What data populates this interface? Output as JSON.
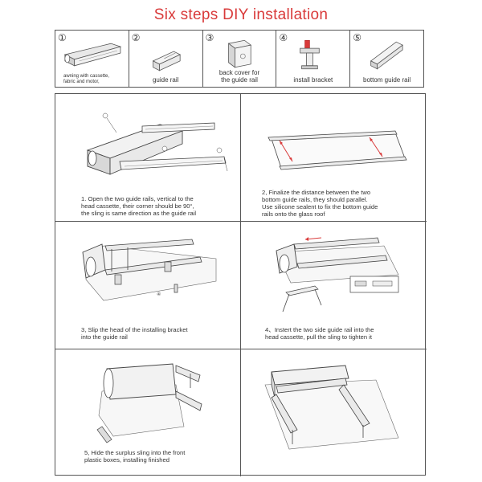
{
  "title": "Six steps DIY installation",
  "parts": [
    {
      "num": "①",
      "caption": "awning with cassette,\nfabric and motor,"
    },
    {
      "num": "②",
      "caption": "guide rail"
    },
    {
      "num": "③",
      "caption": "back cover for\nthe guide rail"
    },
    {
      "num": "④",
      "caption": "install bracket"
    },
    {
      "num": "⑤",
      "caption": "bottom guide rail"
    }
  ],
  "steps": [
    {
      "line1": "1. Open the two guide rails, vertical to the",
      "line2": "head cassette, their corner should be 90°,",
      "line3": "the sling is same direction as the guide rail",
      "line4": ""
    },
    {
      "line1": "2, Finalize the distance between the two",
      "line2": "bottom guide rails, they should parallel.",
      "line3": "Use silicone sealent to fix the bottom guide",
      "line4": "rails onto the glass roof"
    },
    {
      "line1": "3, Slip the head of the installing bracket",
      "line2": "into the guide rail",
      "line3": "",
      "line4": ""
    },
    {
      "line1": "4、Instert the two side guide rail into the",
      "line2": "head cassette, pull the sling to tighten it",
      "line3": "",
      "line4": ""
    },
    {
      "line1": "5, Hide the surplus sling into the front",
      "line2": "plastic boxes, installing finished",
      "line3": "",
      "line4": ""
    },
    {
      "line1": "",
      "line2": "",
      "line3": "",
      "line4": ""
    }
  ],
  "labels": {
    "one": "①",
    "two": "②",
    "three": "③",
    "four": "④"
  },
  "colors": {
    "title": "#d93a3a",
    "arrow": "#d93a3a",
    "line": "#444444"
  }
}
